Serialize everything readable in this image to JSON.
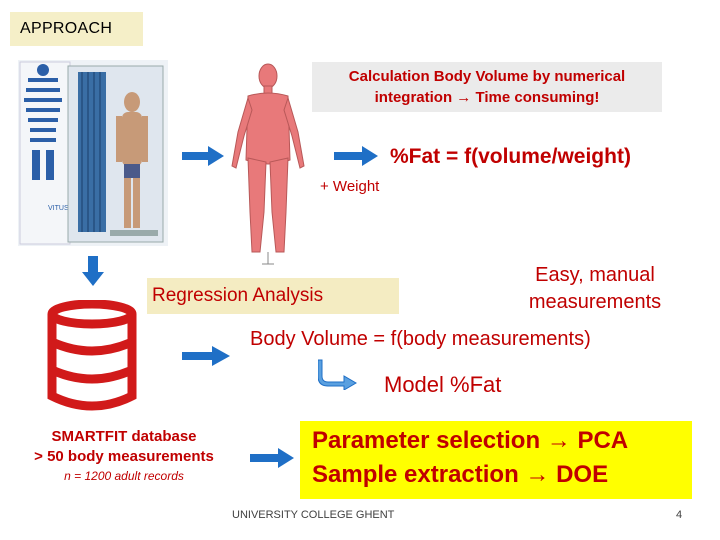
{
  "slide": {
    "title": "APPROACH",
    "calc_note": {
      "line1": "Calculation Body Volume by numerical",
      "line2_pre": "integration",
      "line2_post": "Time consuming!"
    },
    "fat_formula": "%Fat = f(volume/weight)",
    "weight_note": "+ Weight",
    "regression_label": "Regression Analysis",
    "easy_note": {
      "line1": "Easy, manual",
      "line2": "measurements"
    },
    "body_volume_formula": "Body Volume = f(body measurements)",
    "model_label": "Model %Fat",
    "database": {
      "name": "SMARTFIT database",
      "measurements": "> 50 body measurements",
      "records": "n = 1200 adult records"
    },
    "parameter_box": {
      "line1_pre": "Parameter selection",
      "line1_post": "PCA",
      "line2_pre": "Sample extraction",
      "line2_post": "DOE"
    },
    "footer": "UNIVERSITY COLLEGE GHENT",
    "page_number": "4"
  },
  "colors": {
    "accent_red": "#c00000",
    "arrow_blue": "#1f6fc6",
    "highlight_yellow": "#ffff00",
    "title_bg": "#f5efc8",
    "note_bg": "#ebebeb"
  },
  "icons": [
    "body-scanner-photo",
    "3d-body-model",
    "database-icon",
    "right-arrow-icon",
    "down-arrow-icon",
    "curved-arrow-icon"
  ]
}
